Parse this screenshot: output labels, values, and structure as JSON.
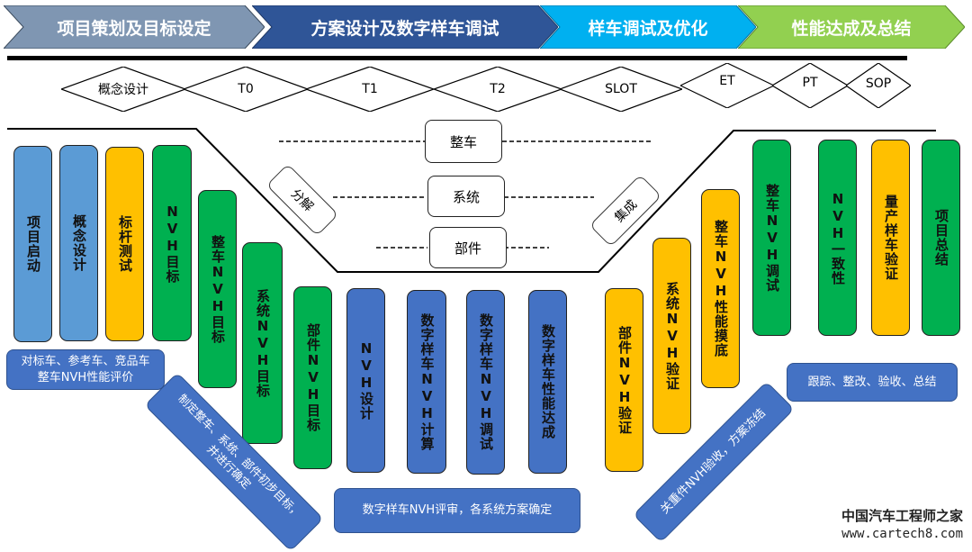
{
  "phases": [
    {
      "label": "项目策划及目标设定",
      "color": "#7f96b2"
    },
    {
      "label": "方案设计及数字样车调试",
      "color": "#2f5597"
    },
    {
      "label": "样车调试及优化",
      "color": "#00b0f0"
    },
    {
      "label": "性能达成及总结",
      "color": "#92d050"
    }
  ],
  "milestones": [
    "概念设计",
    "T0",
    "T1",
    "T2",
    "SLOT",
    "ET",
    "PT",
    "SOP"
  ],
  "v_model": {
    "levels": [
      "整车",
      "系统",
      "部件"
    ],
    "decompose_label": "分解",
    "integrate_label": "集成"
  },
  "left_bars": [
    {
      "label": "项目启动",
      "category": "blue1"
    },
    {
      "label": "概念设计",
      "category": "blue1"
    },
    {
      "label": "标杆测试",
      "category": "yellow"
    },
    {
      "label": "NVH目标",
      "category": "green"
    },
    {
      "label": "整车NVH目标",
      "category": "green"
    },
    {
      "label": "系统NVH目标",
      "category": "green"
    },
    {
      "label": "部件NVH目标",
      "category": "green"
    }
  ],
  "middle_bars": [
    {
      "label": "NVH设计",
      "category": "blue2"
    },
    {
      "label": "数字样车NVH计算",
      "category": "blue2"
    },
    {
      "label": "数字样车NVH调试",
      "category": "blue2"
    },
    {
      "label": "数字样车性能达成",
      "category": "blue2"
    }
  ],
  "right_bars": [
    {
      "label": "部件NVH验证",
      "category": "yellow"
    },
    {
      "label": "系统NVH验证",
      "category": "yellow"
    },
    {
      "label": "整车NVH性能摸底",
      "category": "yellow"
    },
    {
      "label": "整车NVH调试",
      "category": "green"
    },
    {
      "label": "NVH一致性",
      "category": "green"
    },
    {
      "label": "量产样车验证",
      "category": "yellow"
    },
    {
      "label": "项目总结",
      "category": "green"
    }
  ],
  "notes": {
    "benchmark": "对标车、参考车、竞品车整车NVH性能评价",
    "targets": "制定整车、系统、部件初步目标，并进行确定",
    "digital_review": "数字样车NVH评审，各系统方案确定",
    "key_parts": "关重件NVH验收，方案冻结",
    "tracking": "跟踪、整改、验收、总结"
  },
  "watermark": {
    "title": "中国汽车工程师之家",
    "url": "www.cartech8.com"
  }
}
